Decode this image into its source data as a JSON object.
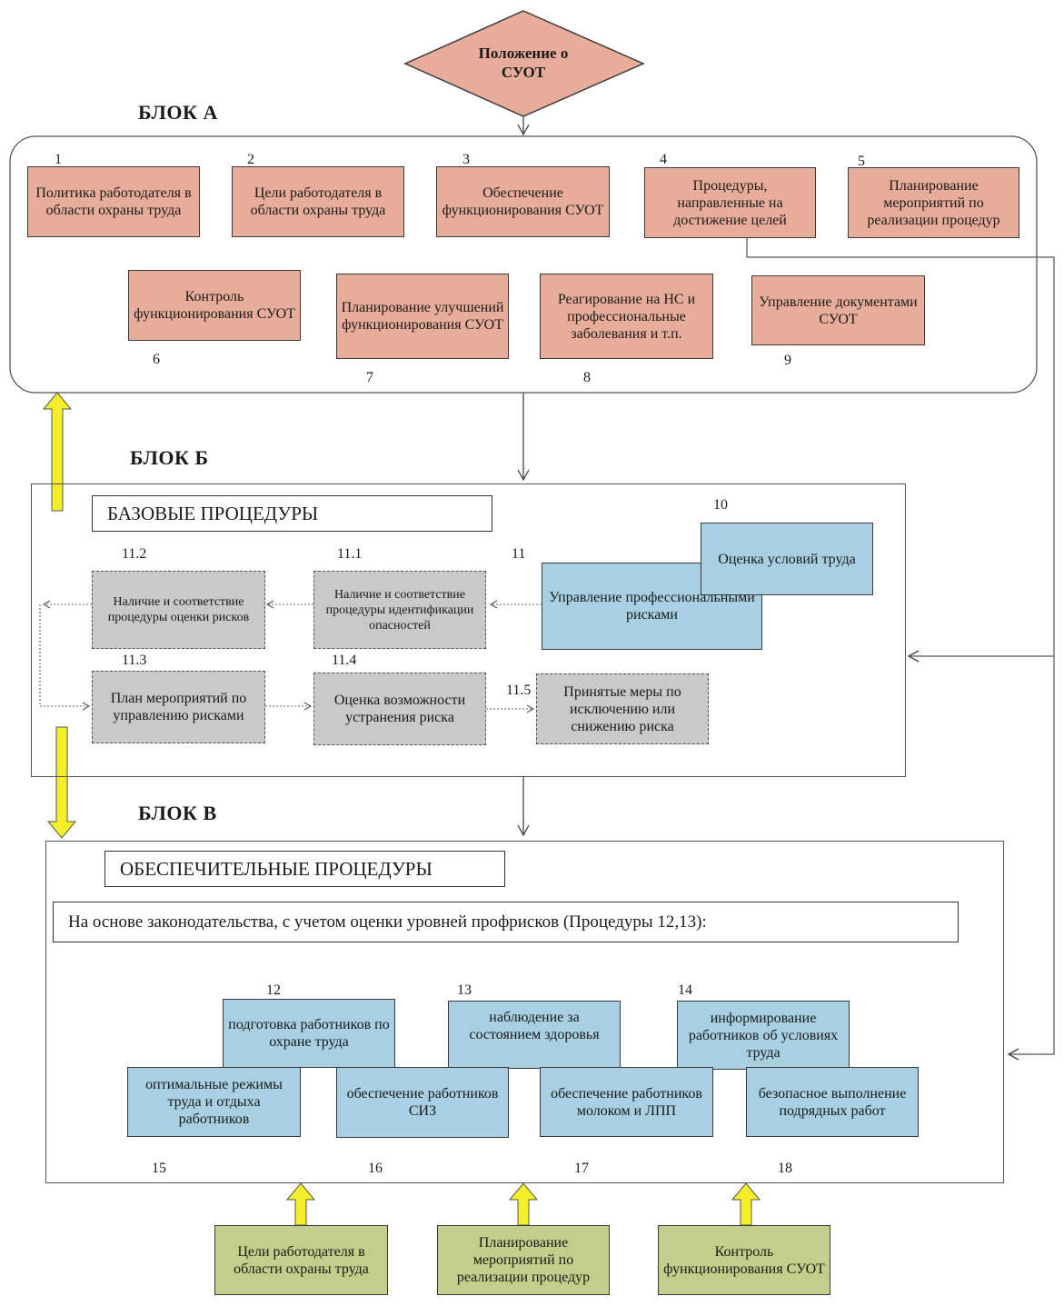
{
  "top": {
    "label": "Положение о СУОТ"
  },
  "blockA": {
    "label": "БЛОК А",
    "boxes": [
      {
        "num": "1",
        "text": "Политика работодателя в области охраны труда"
      },
      {
        "num": "2",
        "text": "Цели работодателя в области охраны труда"
      },
      {
        "num": "3",
        "text": "Обеспечение функционирования СУОТ"
      },
      {
        "num": "4",
        "text": "Процедуры, направленные на достижение целей"
      },
      {
        "num": "5",
        "text": "Планирование мероприятий по реализации процедур"
      },
      {
        "num": "6",
        "text": "Контроль функционирования СУОТ"
      },
      {
        "num": "7",
        "text": "Планирование улучшений функционирования СУОТ"
      },
      {
        "num": "8",
        "text": "Реагирование на НС и профессиональные заболевания и т.п."
      },
      {
        "num": "9",
        "text": "Управление документами СУОТ"
      }
    ]
  },
  "blockB": {
    "label": "БЛОК Б",
    "title": "БАЗОВЫЕ ПРОЦЕДУРЫ",
    "boxes": [
      {
        "num": "10",
        "text": "Оценка условий труда"
      },
      {
        "num": "11",
        "text": "Управление профессиональными рисками"
      },
      {
        "num": "11.1",
        "text": "Наличие  и соответствие процедуры идентификации опасностей"
      },
      {
        "num": "11.2",
        "text": "Наличие  и соответствие процедуры оценки рисков"
      },
      {
        "num": "11.3",
        "text": "План мероприятий по управлению рисками"
      },
      {
        "num": "11.4",
        "text": "Оценка возможности устранения риска"
      },
      {
        "num": "11.5",
        "text": "Принятые меры по исключению или снижению риска"
      }
    ]
  },
  "blockC": {
    "label": "БЛОК В",
    "title": "ОБЕСПЕЧИТЕЛЬНЫЕ ПРОЦЕДУРЫ",
    "subtitle": "На основе законодательства, с учетом оценки уровней профрисков (Процедуры 12,13):",
    "boxes": [
      {
        "num": "12",
        "text": "подготовка работников по охране труда"
      },
      {
        "num": "13",
        "text": "наблюдение за состоянием здоровья"
      },
      {
        "num": "14",
        "text": "информирование работников об условиях труда"
      },
      {
        "num": "15",
        "text": "оптимальные режимы труда и отдыха работников"
      },
      {
        "num": "16",
        "text": "обеспечение работников СИЗ"
      },
      {
        "num": "17",
        "text": "обеспечение работников молоком и ЛПП"
      },
      {
        "num": "18",
        "text": "безопасное выполнение подрядных работ"
      }
    ]
  },
  "bottom": {
    "boxes": [
      {
        "text": "Цели работодателя в области охраны труда"
      },
      {
        "text": "Планирование мероприятий по реализации процедур"
      },
      {
        "text": "Контроль функционирования СУОТ"
      }
    ]
  },
  "colors": {
    "salmon": "#e8ad9a",
    "blue": "#a8d0e2",
    "gray": "#c9c9c9",
    "green": "#c2ce8a",
    "yellow": "#f5ef2a"
  }
}
